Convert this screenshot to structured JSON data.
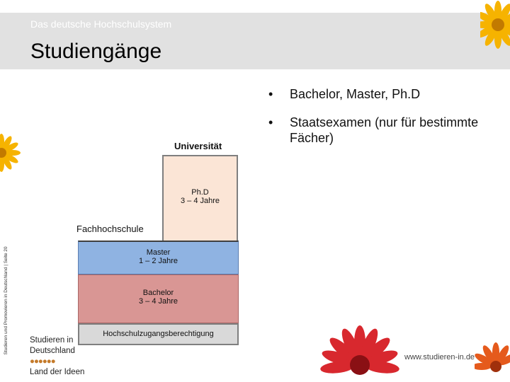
{
  "header": {
    "subtitle": "Das deutsche Hochschulsystem",
    "title": "Studiengänge"
  },
  "sidebar_text": "Studieren und Promovieren in Deutschland | Seite 20",
  "bullets": [
    "Bachelor, Master, Ph.D",
    "Staatsexamen (nur für bestimmte Fächer)"
  ],
  "bullet_symbol": "•",
  "diagram": {
    "universitaet_label": "Universität",
    "fachhochschule_label": "Fachhochschule",
    "phd": {
      "title": "Ph.D",
      "duration": "3 – 4 Jahre"
    },
    "master": {
      "title": "Master",
      "duration": "1 – 2 Jahre"
    },
    "bachelor": {
      "title": "Bachelor",
      "duration": "3 – 4 Jahre"
    },
    "hzb": "Hochschulzugangsberechtigung"
  },
  "logo": {
    "line1": "Studieren in",
    "line2": "Deutschland",
    "line3": "Land der Ideen"
  },
  "url": "www.studieren-in.de",
  "colors": {
    "phd": "#fbe5d6",
    "master": "#8fb3e2",
    "bachelor": "#d99694",
    "hzb": "#d9d9d9",
    "flower_yellow": "#f6b300",
    "flower_red": "#d8282e"
  }
}
